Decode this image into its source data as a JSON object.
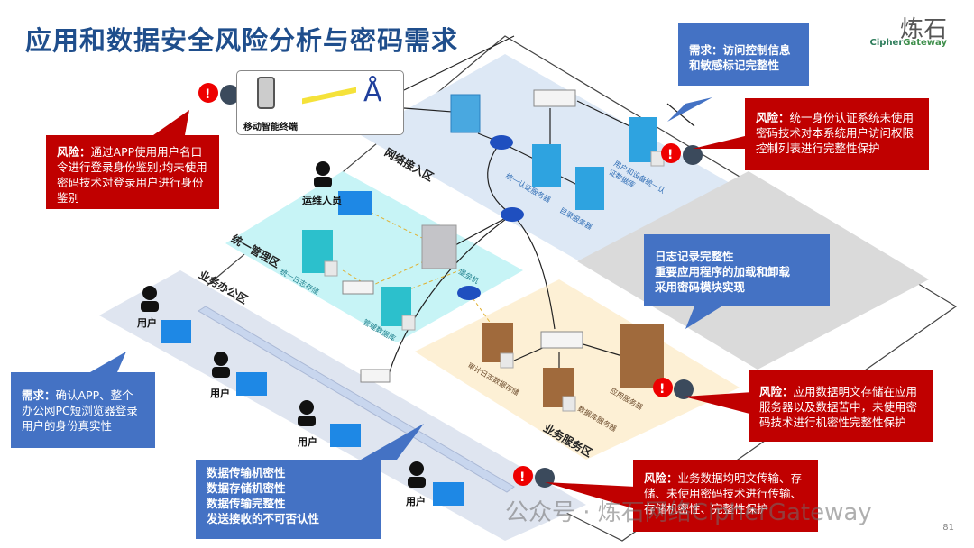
{
  "title": "应用和数据安全风险分析与密码需求",
  "logo": {
    "cn": "炼石",
    "en_part1": "Cipher",
    "en_part2": "Gateway"
  },
  "page_number": "81",
  "watermark": "公众号 · 炼石网络CipherGateway",
  "mobile": {
    "label": "移动智能终端"
  },
  "zones": {
    "network_access": "网络接入区",
    "unified_mgmt": "统一管理区",
    "business_office": "业务办公区",
    "business_service": "业务服务区"
  },
  "devices": {
    "auth_server": "统一认证服务器",
    "directory_server": "目录服务器",
    "user_auth_db": "用户和设备统一认证数据库",
    "log_storage": "统一日志存储",
    "mgmt_db": "管理数据库",
    "bastion": "堡垒机",
    "audit_log_storage": "审计日志数据存储",
    "db_server": "数据库服务器",
    "app_server": "应用服务器"
  },
  "people": {
    "ops": "运维人员",
    "user": "用户"
  },
  "callouts": {
    "risk_app": {
      "prefix": "风险：",
      "text": "通过APP使用用户名口令进行登录身份鉴别;均未使用密码技术对登录用户进行身份鉴别"
    },
    "need_access": {
      "text": "需求：访问控制信息和敏感标记完整性"
    },
    "risk_auth": {
      "prefix": "风险：",
      "text": "统一身份认证系统未使用密码技术对本系统用户访问权限控制列表进行完整性保护"
    },
    "need_log": {
      "lines": [
        "日志记录完整性",
        "重要应用程序的加载和卸载",
        "采用密码模块实现"
      ]
    },
    "risk_storage": {
      "prefix": "风险：",
      "text": "应用数据明文存储在应用服务器以及数据苦中，未使用密码技术进行机密性完整性保护"
    },
    "need_identity": {
      "prefix": "需求：",
      "text": "确认APP、整个办公网PC短浏览器登录用户的身份真实性"
    },
    "need_data": {
      "lines": [
        "数据传输机密性",
        "数据存储机密性",
        "数据传输完整性",
        "发送接收的不可否认性"
      ]
    },
    "risk_transfer": {
      "prefix": "风险：",
      "text": "业务数据均明文传输、存储、未使用密码技术进行传输、存储机密性、完整性保护"
    }
  },
  "colors": {
    "risk": "#c00000",
    "need": "#4472c4",
    "title": "#1f4e8c"
  }
}
